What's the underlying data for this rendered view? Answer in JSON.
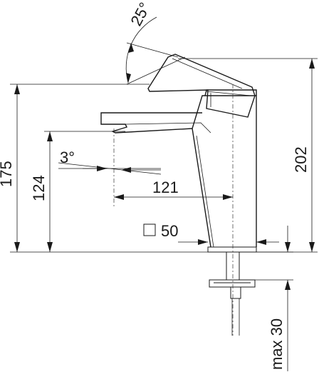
{
  "dimensions": {
    "angle_lever": "25°",
    "angle_spout": "3°",
    "height_total": "202",
    "height_lever": "175",
    "height_spout": "124",
    "reach_spout": "121",
    "base_size": "50",
    "max_thickness": "max 30"
  }
}
